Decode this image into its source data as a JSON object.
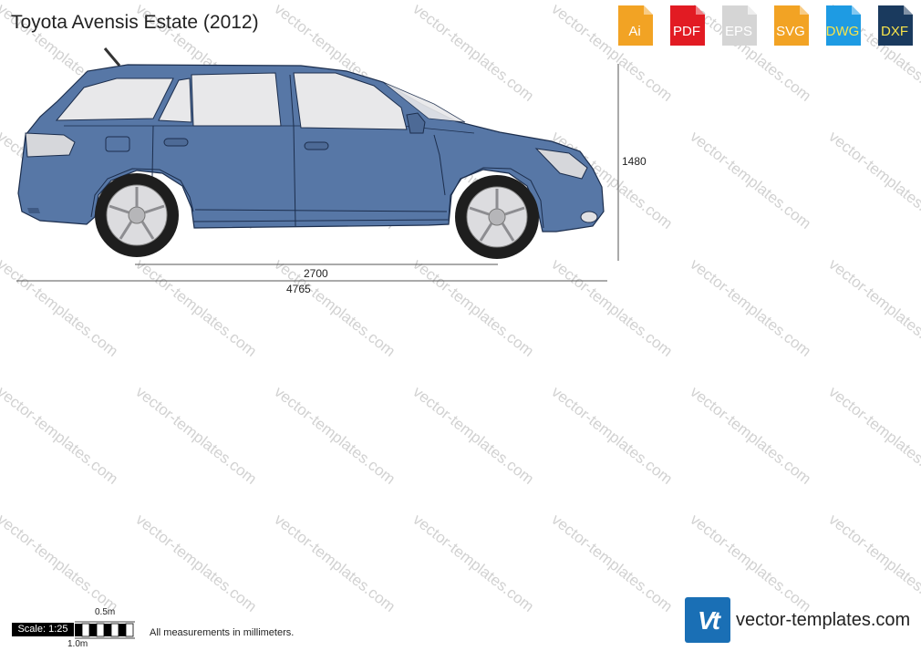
{
  "title": "Toyota Avensis Estate (2012)",
  "formats": [
    {
      "label": "Ai",
      "color": "#f2a324"
    },
    {
      "label": "PDF",
      "color": "#e21b23"
    },
    {
      "label": "EPS",
      "color": "#d5d5d5"
    },
    {
      "label": "SVG",
      "color": "#f2a324"
    },
    {
      "label": "DWG",
      "color": "#1e9be3"
    },
    {
      "label": "DXF",
      "color": "#1a3a5e"
    }
  ],
  "dimensions": {
    "height": "1480",
    "wheelbase": "2700",
    "length": "4765"
  },
  "watermark": "vector-templates.com",
  "car_color": "#5777a6",
  "scale": {
    "label": "Scale: 1:25",
    "half": "0.5m",
    "full": "1.0m"
  },
  "note": "All measurements in millimeters.",
  "brand": {
    "logo": "Vt",
    "name": "vector-templates.com",
    "color": "#1a6fb5"
  }
}
